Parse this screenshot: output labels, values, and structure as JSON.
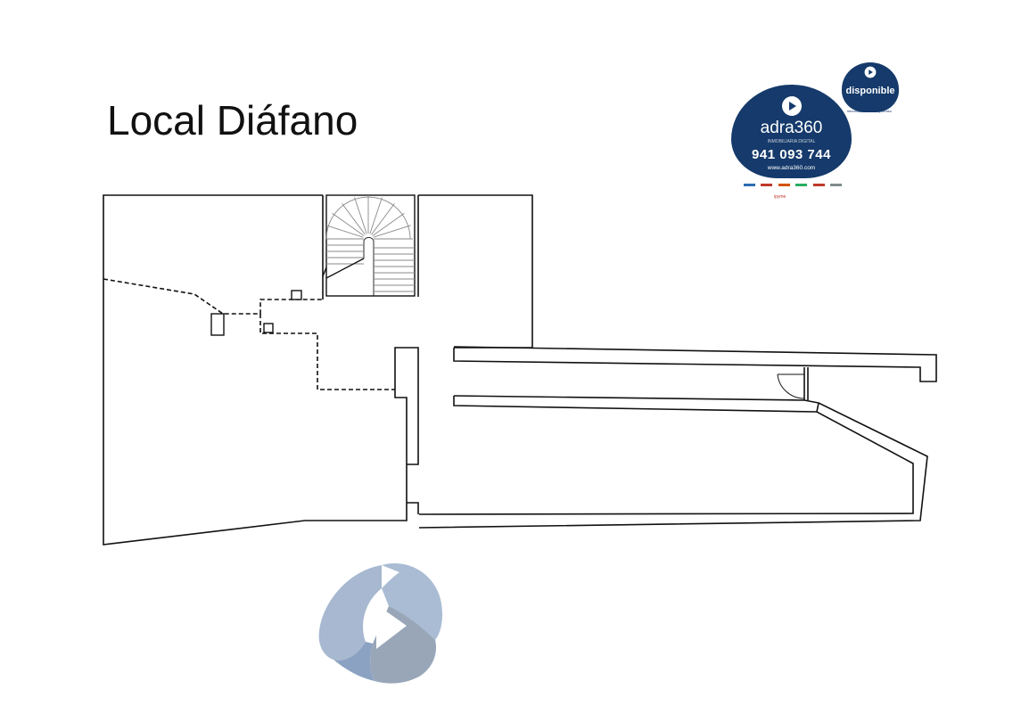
{
  "title": "Local Diáfano",
  "badge": {
    "brand": "adra360",
    "tagline": "INMOBILIARIA DIGITAL",
    "phone": "941 093 744",
    "website": "www.adra360.com",
    "partner_mark": "ipyme"
  },
  "badge_small": {
    "label": "disponible",
    "caption": "información sin compromiso"
  },
  "colors": {
    "brand_navy": "#153a6b",
    "wall": "#111111",
    "watermark_light": "#a7b8d0",
    "watermark_mid": "#8ba2c2",
    "watermark_dark": "#98a6b8"
  },
  "icons": {
    "badge_logo": "play-triangle-icon",
    "watermark": "adra360-logo-icon"
  }
}
